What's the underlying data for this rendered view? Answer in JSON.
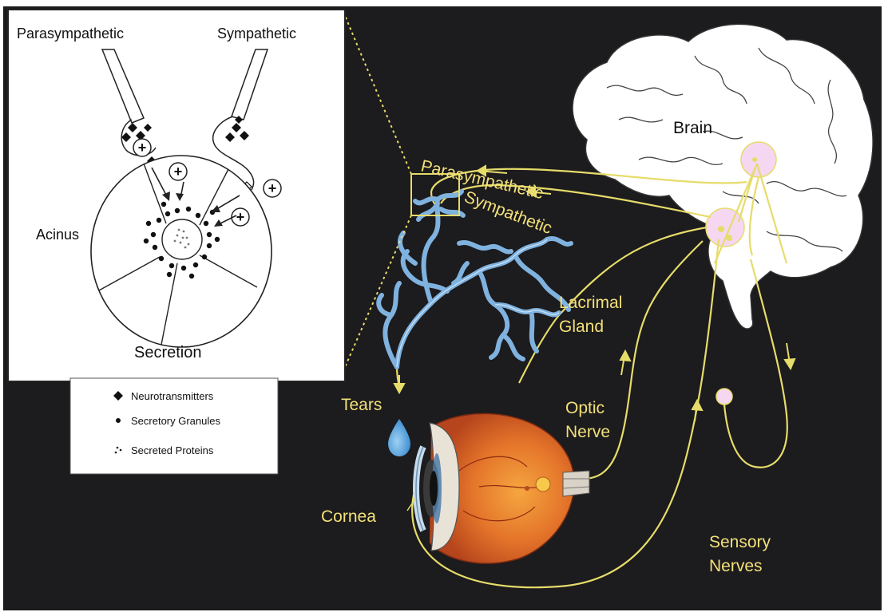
{
  "inset": {
    "labels": {
      "parasympathetic": "Parasympathetic",
      "sympathetic": "Sympathetic",
      "acinus": "Acinus",
      "secretion": "Secretion"
    },
    "plus_symbol": "+"
  },
  "legend": {
    "items": [
      {
        "symbol": "diamond",
        "label": "Neurotransmitters"
      },
      {
        "symbol": "dot",
        "label": "Secretory Granules"
      },
      {
        "symbol": "dots",
        "label": "Secreted Proteins"
      }
    ]
  },
  "main": {
    "labels": {
      "brain": "Brain",
      "parasympathetic": "Parasympathetic",
      "sympathetic": "Sympathetic",
      "lacrimal_gland_line1": "Lacrimal",
      "lacrimal_gland_line2": "Gland",
      "tears": "Tears",
      "optic_nerve_line1": "Optic",
      "optic_nerve_line2": "Nerve",
      "cornea": "Cornea",
      "sensory_nerves_line1": "Sensory",
      "sensory_nerves_line2": "Nerves"
    }
  },
  "colors": {
    "background": "#1c1b1d",
    "nerve": "#e6dc6a",
    "nerve_label": "#f2e07a",
    "brain": "#ffffff",
    "gland": "#7fb2df",
    "tear": "#5aa9e6",
    "eye": "#e0702a"
  }
}
